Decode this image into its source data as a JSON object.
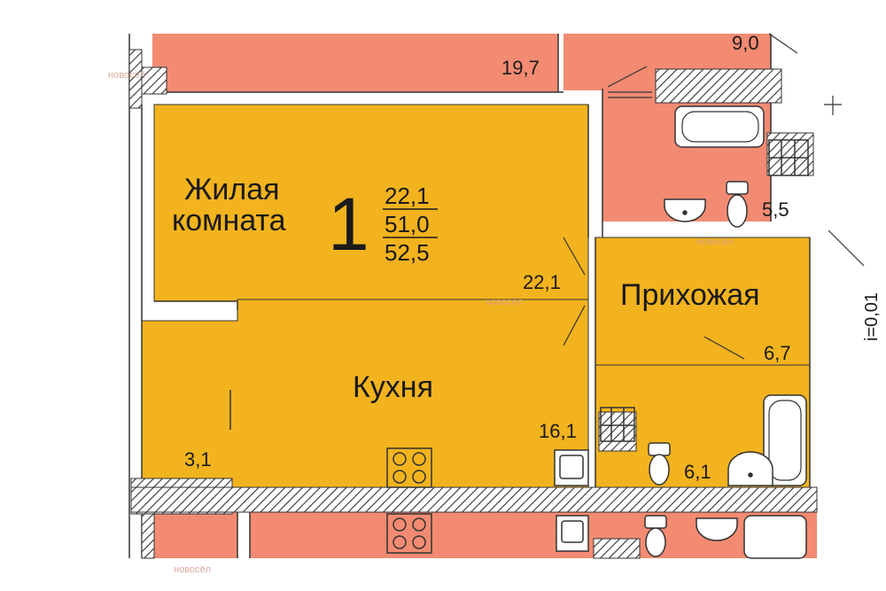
{
  "apartment": {
    "rooms_count": "1",
    "living_area": "22,1",
    "total_area": "51,0",
    "total_area_with_balcony": "52,5"
  },
  "rooms": {
    "living": {
      "name_line1": "Жилая",
      "name_line2": "комната",
      "area": "22,1"
    },
    "kitchen": {
      "name": "Кухня",
      "area": "16,1"
    },
    "hallway": {
      "name": "Прихожая",
      "area": "6,7"
    },
    "bathroom": {
      "area": "6,1"
    },
    "balcony": {
      "area": "3,1"
    }
  },
  "neighbors": {
    "top_room_area": "19,7",
    "top_right_area": "9,0",
    "bath_area": "5,5",
    "side_mark": "i=0,01"
  },
  "watermark": {
    "brand": "новосёл"
  },
  "colors": {
    "apartment_fill": "#f2b31e",
    "neighbor_fill": "#f28b72",
    "wall_fill": "#ffffff",
    "hatch": "#333333"
  }
}
